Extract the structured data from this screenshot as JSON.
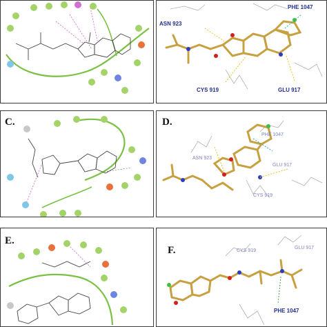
{
  "panels": [
    {
      "id": "A",
      "label": ""
    },
    {
      "id": "B",
      "label": "",
      "residues": [
        "ASN 923",
        "CYS 919",
        "GLU 917",
        "PHE 1047"
      ]
    },
    {
      "id": "C",
      "label": "C."
    },
    {
      "id": "D",
      "label": "D.",
      "residues": [
        "PHE 1047",
        "ASN 923",
        "GLU 917",
        "CYS 919"
      ]
    },
    {
      "id": "E",
      "label": "E."
    },
    {
      "id": "F",
      "label": "F.",
      "residues": [
        "CYS 919",
        "GLU 917",
        "PHE 1047"
      ]
    }
  ],
  "colors": {
    "pocket_line": "#7ac143",
    "hbond": "#e8c020",
    "pi_stack": "#20b0c8",
    "carbon": "#c8a040",
    "nitrogen": "#2a3dbf",
    "oxygen": "#d02020",
    "fluorine": "#40c040",
    "residue_text": "#1f2f8f",
    "interaction_2d": "#d060d0"
  }
}
